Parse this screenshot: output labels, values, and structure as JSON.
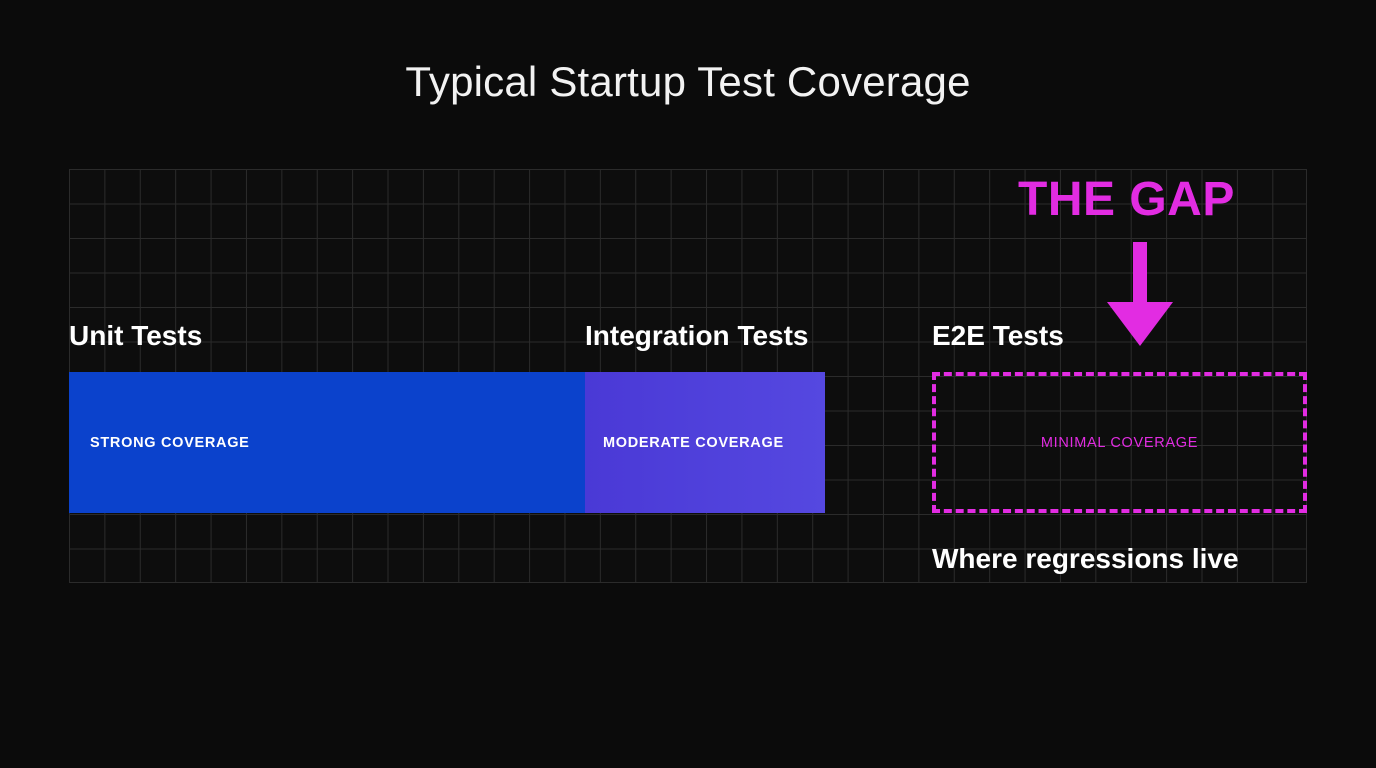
{
  "title": "Typical Startup Test Coverage",
  "chart_data": {
    "type": "bar",
    "title": "Typical Startup Test Coverage",
    "xlabel": "",
    "ylabel": "",
    "orientation": "horizontal-stacked",
    "grid": true,
    "categories": [
      "Unit Tests",
      "Integration Tests",
      "E2E Tests"
    ],
    "values": [
      42,
      19,
      30
    ],
    "value_unit": "percent-of-track-width",
    "series": [
      {
        "name": "Unit Tests",
        "label": "Unit Tests",
        "value_label": "STRONG COVERAGE",
        "value": 42,
        "color": "#0B42CC",
        "style": "solid"
      },
      {
        "name": "Integration Tests",
        "label": "Integration Tests",
        "value_label": "MODERATE COVERAGE",
        "value": 19,
        "color": "#4A39D6",
        "color_end": "#5548E0",
        "style": "gradient"
      },
      {
        "name": "E2E Tests",
        "label": "E2E Tests",
        "value_label": "MINIMAL COVERAGE",
        "value": 30,
        "color": "#E22CE2",
        "style": "dashed-outline"
      }
    ],
    "annotations": [
      {
        "text": "THE GAP",
        "color": "#E22CE2",
        "target": "E2E Tests"
      },
      {
        "text": "Where regressions live",
        "color": "#FFFFFF",
        "target": "E2E Tests"
      }
    ]
  },
  "bars": {
    "unit": {
      "label": "Unit Tests",
      "value_label": "STRONG COVERAGE"
    },
    "integration": {
      "label": "Integration Tests",
      "value_label": "MODERATE COVERAGE"
    },
    "e2e": {
      "label": "E2E Tests",
      "value_label": "MINIMAL COVERAGE"
    }
  },
  "annotation": {
    "gap_title": "THE GAP",
    "arrow_icon": "down-arrow-icon",
    "caption": "Where regressions live"
  },
  "colors": {
    "background": "#0B0B0B",
    "grid_line": "#2B2B2B",
    "unit_bar": "#0B42CC",
    "integration_bar": "#4A39D6",
    "gap_accent": "#E22CE2",
    "text": "#FFFFFF"
  }
}
